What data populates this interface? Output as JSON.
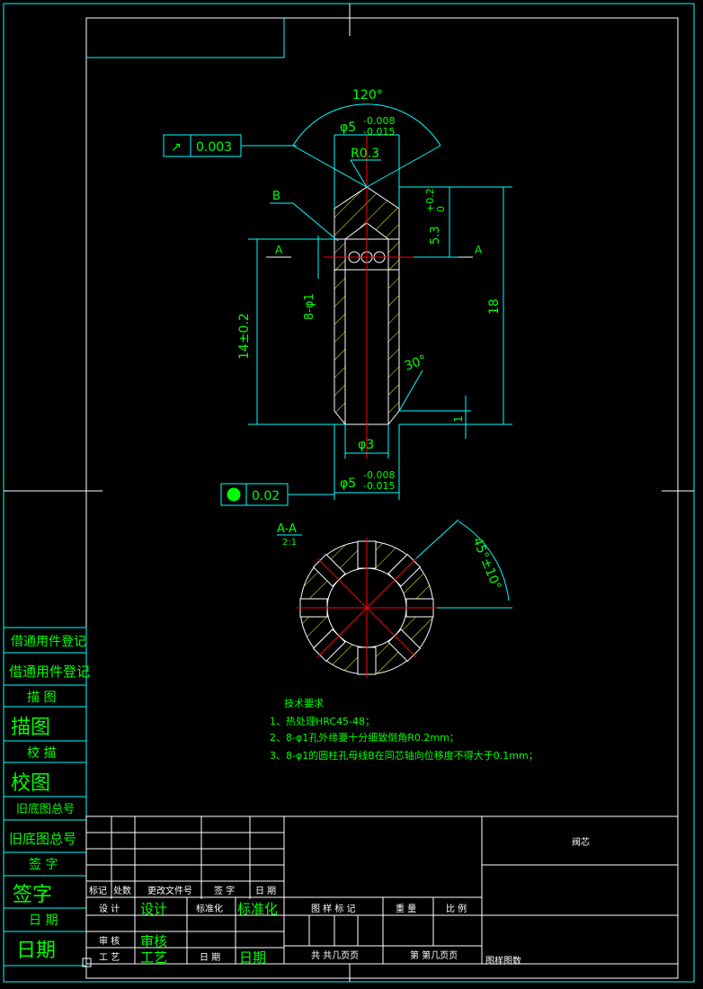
{
  "drawing": {
    "part_name": "阀芯",
    "dimensions": {
      "angle_top": "120°",
      "dia_top": "φ5",
      "tol_upper": "-0.008",
      "tol_lower": "-0.015",
      "radius": "R0.3",
      "label_b": "B",
      "section_mark": "A",
      "height_53": "5.3",
      "tol_53_upper": "+0.2",
      "tol_53_lower": "0",
      "holes": "8-φ1",
      "height_14": "14±0.2",
      "height_18": "18",
      "angle_30": "30°",
      "dim_1": "1",
      "dia_3": "φ3",
      "dia_bottom": "φ5",
      "angle_45": "45°±10°"
    },
    "tolerance_frames": {
      "runout_symbol": "↗",
      "runout_value": "0.003",
      "roundness_value": "0.02"
    },
    "section": {
      "title": "A-A",
      "scale": "2:1"
    },
    "tech_requirements": {
      "title": "技术要求",
      "items": [
        "1、热处理HRC45-48；",
        "2、8-φ1孔外缘要十分细致倒角R0.2mm；",
        "3、8-φ1的圆柱孔母线B在同芯轴向位移度不得大于0.1mm；"
      ]
    }
  },
  "side_panel": [
    "借通用件登记",
    "借通用件登记",
    "描  图",
    "描图",
    "校  描",
    "校图",
    "旧底图总号",
    "旧底图总号",
    "签  字",
    "签字",
    "日  期",
    "日期"
  ],
  "title_block": {
    "rev_headers": [
      "标记",
      "处数",
      "更改文件号",
      "签  字",
      "日  期"
    ],
    "design": "设  计",
    "design_hw": "设计",
    "standard": "标准化",
    "standard_hw": "标准化",
    "review": "审  核",
    "review_hw": "审核",
    "process": "工  艺",
    "process_hw": "工艺",
    "date": "日  期",
    "date_hw": "日期",
    "drawing_mark": "图 样 标 记",
    "weight": "重  量",
    "scale": "比  例",
    "total_pages": "共  共几页页",
    "page_no": "第  第几页页",
    "drawing_no_label": "图样图数"
  }
}
